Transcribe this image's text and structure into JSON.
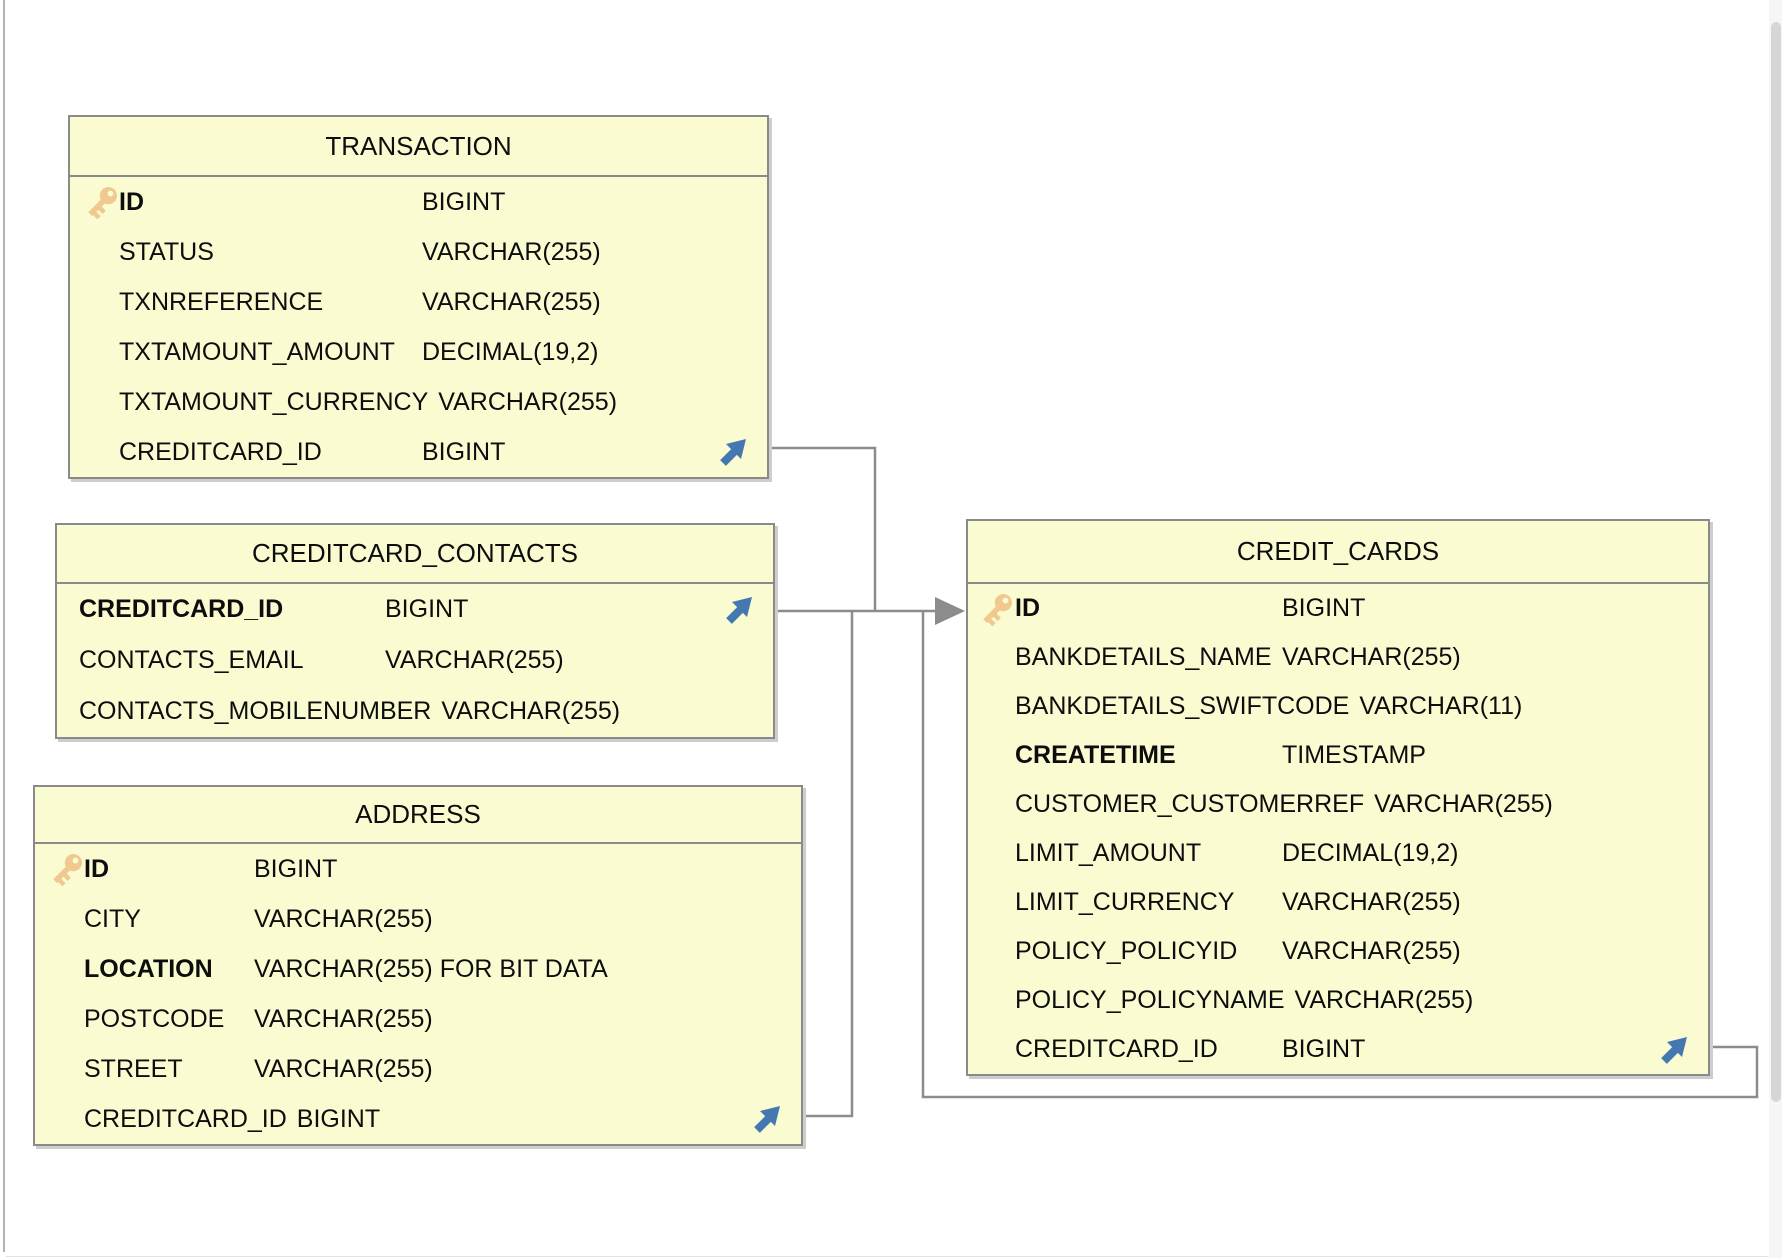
{
  "diagram": {
    "tables": [
      {
        "name": "TRANSACTION",
        "fields": [
          {
            "name": "ID",
            "type": "BIGINT",
            "pk": true,
            "bold": true
          },
          {
            "name": "STATUS",
            "type": "VARCHAR(255)"
          },
          {
            "name": "TXNREFERENCE",
            "type": "VARCHAR(255)"
          },
          {
            "name": "TXTAMOUNT_AMOUNT",
            "type": "DECIMAL(19,2)"
          },
          {
            "name": "TXTAMOUNT_CURRENCY",
            "type": "VARCHAR(255)"
          },
          {
            "name": "CREDITCARD_ID",
            "type": "BIGINT",
            "fk": true
          }
        ]
      },
      {
        "name": "CREDITCARD_CONTACTS",
        "fields": [
          {
            "name": "CREDITCARD_ID",
            "type": "BIGINT",
            "bold": true,
            "fk": true
          },
          {
            "name": "CONTACTS_EMAIL",
            "type": "VARCHAR(255)"
          },
          {
            "name": "CONTACTS_MOBILENUMBER",
            "type": "VARCHAR(255)"
          }
        ]
      },
      {
        "name": "ADDRESS",
        "fields": [
          {
            "name": "ID",
            "type": "BIGINT",
            "pk": true,
            "bold": true
          },
          {
            "name": "CITY",
            "type": "VARCHAR(255)"
          },
          {
            "name": "LOCATION",
            "type": "VARCHAR(255) FOR BIT DATA",
            "bold": true
          },
          {
            "name": "POSTCODE",
            "type": "VARCHAR(255)"
          },
          {
            "name": "STREET",
            "type": "VARCHAR(255)"
          },
          {
            "name": "CREDITCARD_ID",
            "type": "BIGINT",
            "fk": true
          }
        ]
      },
      {
        "name": "CREDIT_CARDS",
        "fields": [
          {
            "name": "ID",
            "type": "BIGINT",
            "pk": true,
            "bold": true
          },
          {
            "name": "BANKDETAILS_NAME",
            "type": "VARCHAR(255)"
          },
          {
            "name": "BANKDETAILS_SWIFTCODE",
            "type": "VARCHAR(11)"
          },
          {
            "name": "CREATETIME",
            "type": "TIMESTAMP",
            "bold": true
          },
          {
            "name": "CUSTOMER_CUSTOMERREF",
            "type": "VARCHAR(255)"
          },
          {
            "name": "LIMIT_AMOUNT",
            "type": "DECIMAL(19,2)"
          },
          {
            "name": "LIMIT_CURRENCY",
            "type": "VARCHAR(255)"
          },
          {
            "name": "POLICY_POLICYID",
            "type": "VARCHAR(255)"
          },
          {
            "name": "POLICY_POLICYNAME",
            "type": "VARCHAR(255)"
          },
          {
            "name": "CREDITCARD_ID",
            "type": "BIGINT",
            "fk": true
          }
        ]
      }
    ],
    "relationships": [
      {
        "from": "TRANSACTION.CREDITCARD_ID",
        "to": "CREDIT_CARDS.ID"
      },
      {
        "from": "CREDITCARD_CONTACTS.CREDITCARD_ID",
        "to": "CREDIT_CARDS.ID"
      },
      {
        "from": "ADDRESS.CREDITCARD_ID",
        "to": "CREDIT_CARDS.ID"
      },
      {
        "from": "CREDIT_CARDS.CREDITCARD_ID",
        "to": "CREDIT_CARDS.ID"
      }
    ],
    "colors": {
      "table_fill": "#FBFBD2",
      "table_border": "#8A8A8A",
      "connector": "#8C8C8C",
      "fk_arrow_blue": "#4478B0",
      "pk_key_gold": "#EFC98F"
    }
  }
}
